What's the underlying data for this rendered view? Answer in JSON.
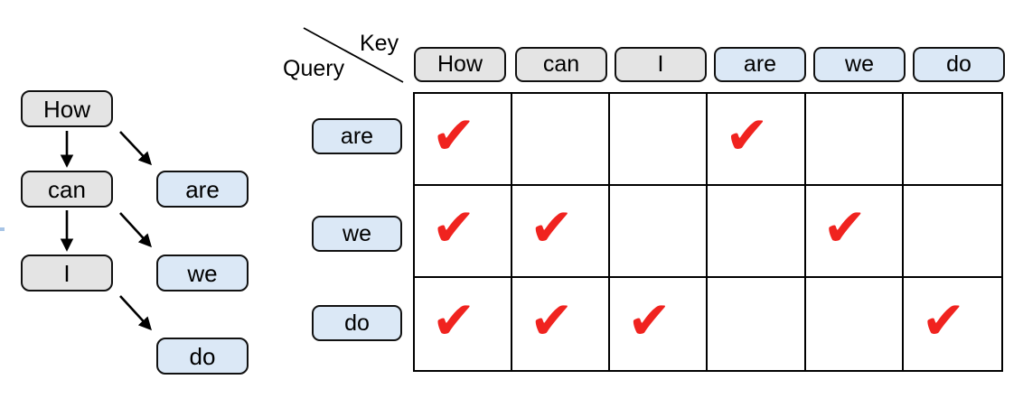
{
  "colors": {
    "node_gray_fill": "#e4e4e4",
    "node_blue_fill": "#dbe8f6",
    "box_border": "#111111",
    "grid_line": "#000000",
    "check_red": "#f0231f"
  },
  "tree": {
    "nodes": [
      {
        "label": "How",
        "type": "gray"
      },
      {
        "label": "can",
        "type": "gray"
      },
      {
        "label": "I",
        "type": "gray"
      },
      {
        "label": "are",
        "type": "blue"
      },
      {
        "label": "we",
        "type": "blue"
      },
      {
        "label": "do",
        "type": "blue"
      }
    ],
    "edges": [
      {
        "from": "How",
        "to": "can"
      },
      {
        "from": "How",
        "to": "are"
      },
      {
        "from": "can",
        "to": "I"
      },
      {
        "from": "can",
        "to": "we"
      },
      {
        "from": "I",
        "to": "do"
      }
    ]
  },
  "matrix": {
    "corner": {
      "key_label": "Key",
      "query_label": "Query"
    },
    "columns": [
      {
        "label": "How",
        "type": "gray"
      },
      {
        "label": "can",
        "type": "gray"
      },
      {
        "label": "I",
        "type": "gray"
      },
      {
        "label": "are",
        "type": "blue"
      },
      {
        "label": "we",
        "type": "blue"
      },
      {
        "label": "do",
        "type": "blue"
      }
    ],
    "rows": [
      {
        "label": "are",
        "type": "blue",
        "checks": [
          1,
          0,
          0,
          1,
          0,
          0
        ]
      },
      {
        "label": "we",
        "type": "blue",
        "checks": [
          1,
          1,
          0,
          0,
          1,
          0
        ]
      },
      {
        "label": "do",
        "type": "blue",
        "checks": [
          1,
          1,
          1,
          0,
          0,
          1
        ]
      }
    ],
    "check_glyph": "✔"
  }
}
